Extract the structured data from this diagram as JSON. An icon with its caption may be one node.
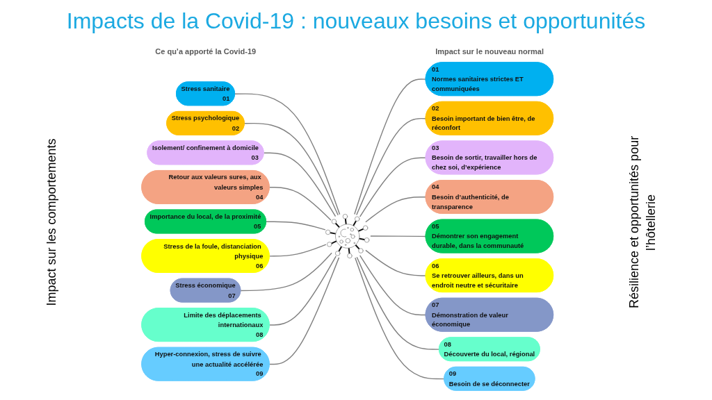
{
  "diagram": {
    "title": "Impacts de la Covid-19 : nouveaux besoins et opportunités",
    "nodes": [
      {
        "text": [
          "Stress sanitaire",
          "01"
        ]
      },
      {
        "text": [
          "Stress psychologique",
          "02"
        ]
      },
      {
        "text": [
          "Isolement/ confinement à domicile",
          "03"
        ]
      },
      {
        "text": [
          "Retour aux valeurs sures, aux valeurs simples",
          "04"
        ]
      },
      {
        "text": [
          "Importance du local, de la proximité",
          "05"
        ]
      },
      {
        "text": [
          "Stress de la foule, distanciation physique",
          "06"
        ]
      },
      {
        "text": [
          "Stress économique",
          "07"
        ]
      },
      {
        "text": [
          "Limite des déplacements internationaux",
          "08"
        ]
      },
      {
        "text": [
          "Hyper-connexion, stress de suivre une actualité accélérée",
          "09"
        ]
      },
      {
        "text": [],
        "shape": "picture"
      },
      {
        "text": [
          "01",
          "Normes sanitaires strictes ET communiquées"
        ]
      },
      {
        "text": [
          "02",
          "Besoin important de bien être, de réconfort"
        ]
      },
      {
        "text": [
          "03",
          "Besoin de sortir, travailler hors de chez soi, d’expérience"
        ]
      },
      {
        "text": [
          "04",
          "Besoin d’authenticité, de transparence"
        ]
      },
      {
        "text": [
          "05",
          "Démontrer son engagement durable, dans la communauté"
        ]
      },
      {
        "text": [
          "06",
          "Se retrouver ailleurs, dans un endroit neutre et sécuritaire"
        ]
      },
      {
        "text": [
          "07",
          "Démonstration de valeur économique"
        ]
      },
      {
        "text": [
          "08",
          "Découverte du local, régional"
        ]
      },
      {
        "text": [
          "09",
          "Besoin de se déconnecter"
        ]
      }
    ],
    "edges": [
      {
        "from": 0,
        "to": 9,
        "arrow": "none"
      },
      {
        "from": 1,
        "to": 9,
        "arrow": "none"
      },
      {
        "from": 2,
        "to": 9,
        "arrow": "none"
      },
      {
        "from": 3,
        "to": 9,
        "arrow": "none"
      },
      {
        "from": 4,
        "to": 9,
        "arrow": "none"
      },
      {
        "from": 5,
        "to": 9,
        "arrow": "none"
      },
      {
        "from": 6,
        "to": 9,
        "arrow": "none"
      },
      {
        "from": 7,
        "to": 9,
        "arrow": "none"
      },
      {
        "from": 8,
        "to": 9,
        "arrow": "none"
      },
      {
        "from": 9,
        "to": 10,
        "arrow": "none"
      },
      {
        "from": 9,
        "to": 11,
        "arrow": "none"
      },
      {
        "from": 9,
        "to": 12,
        "arrow": "none"
      },
      {
        "from": 9,
        "to": 13,
        "arrow": "none"
      },
      {
        "from": 9,
        "to": 14,
        "arrow": "none"
      },
      {
        "from": 9,
        "to": 15,
        "arrow": "none"
      },
      {
        "from": 9,
        "to": 16,
        "arrow": "none"
      },
      {
        "from": 9,
        "to": 17,
        "arrow": "none"
      },
      {
        "from": 9,
        "to": 18,
        "arrow": "none"
      }
    ],
    "labels": [
      "Ce qu’a apporté la Covid-19",
      "Impact sur le nouveau normal",
      "Impact sur les comportements",
      "Résilience et opportunités pour l’hôtellerie"
    ]
  }
}
